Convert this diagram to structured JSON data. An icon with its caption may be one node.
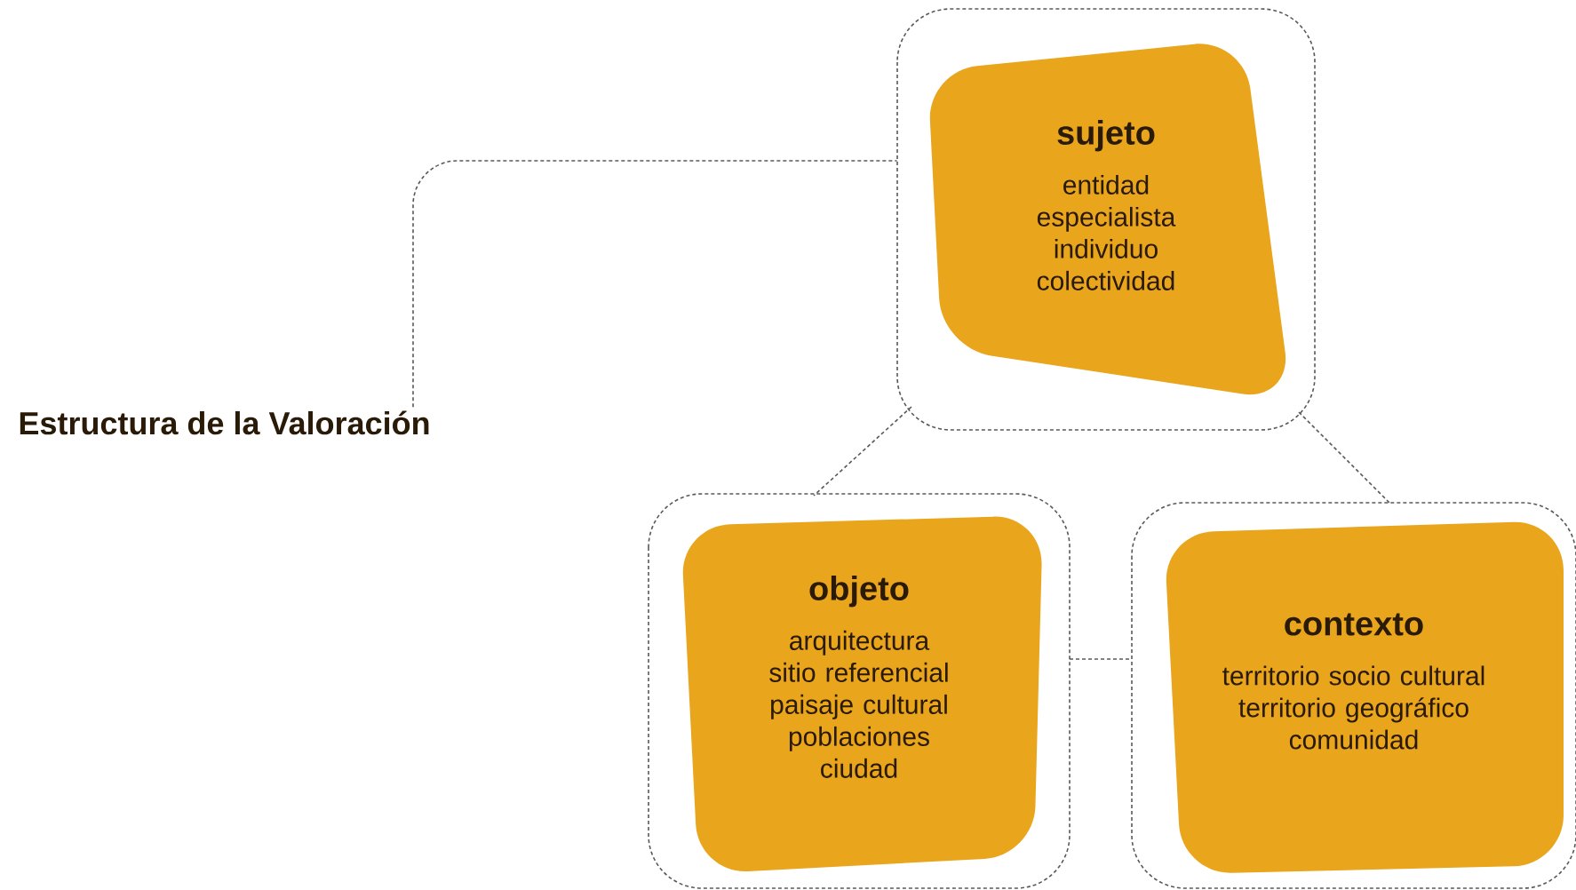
{
  "diagram": {
    "nodes": [
      {
        "text": [
          "Estructura de la Valoración"
        ]
      },
      {
        "text": [
          "sujeto",
          "entidad",
          "especialista",
          "individuo",
          "colectividad"
        ]
      },
      {
        "text": [
          "objeto",
          "arquitectura",
          "sitio referencial",
          "paisaje cultural",
          "poblaciones",
          "ciudad"
        ]
      },
      {
        "text": [
          "contexto",
          "territorio socio cultural",
          "territorio geográfico",
          "comunidad"
        ]
      }
    ],
    "edges": [
      {
        "from": 0,
        "to": 1,
        "arrow": "none",
        "style": "dashed"
      },
      {
        "from": 1,
        "to": 2,
        "arrow": "none",
        "style": "dashed"
      },
      {
        "from": 1,
        "to": 3,
        "arrow": "none",
        "style": "dashed"
      },
      {
        "from": 2,
        "to": 3,
        "arrow": "none",
        "style": "dashed"
      }
    ]
  }
}
